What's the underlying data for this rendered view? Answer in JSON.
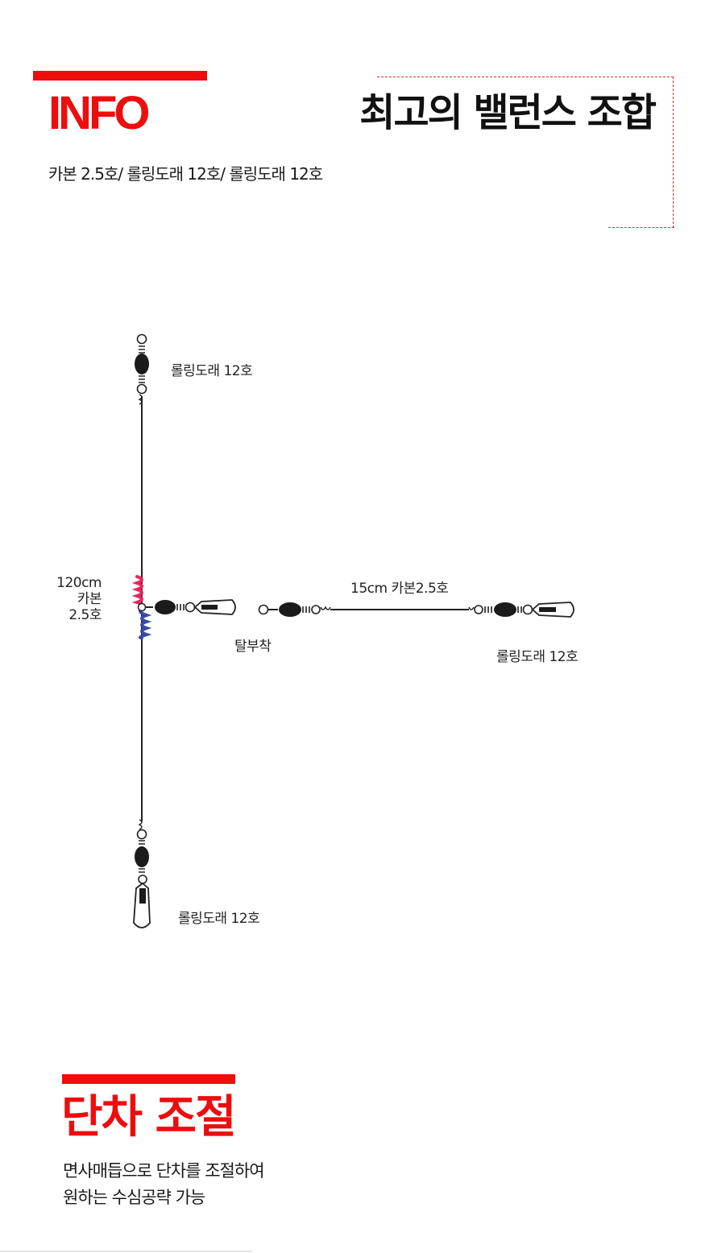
{
  "header": {
    "section_label": "INFO",
    "headline": "최고의 밸런스 조합",
    "spec": "카본 2.5호/ 롤링도래 12호/ 롤링도래 12호"
  },
  "diagram": {
    "top_swivel_label": "롤링도래 12호",
    "main_line_label": [
      "120cm",
      "카본",
      "2.5호"
    ],
    "detach_label": "탈부착",
    "branch_line_label": "15cm 카본2.5호",
    "branch_swivel_label": "롤링도래 12호",
    "bottom_swivel_label": "롤링도래 12호"
  },
  "adjust": {
    "title": "단차 조절",
    "desc_lines": [
      "면사매듭으로 단차를 조절하여",
      "원하는 수심공략 가능"
    ]
  },
  "colors": {
    "accent_red": "#ee0d0d",
    "dash_red": "#c8323a",
    "knot_pink": "#e8245e",
    "knot_blue": "#3a4aa8"
  }
}
